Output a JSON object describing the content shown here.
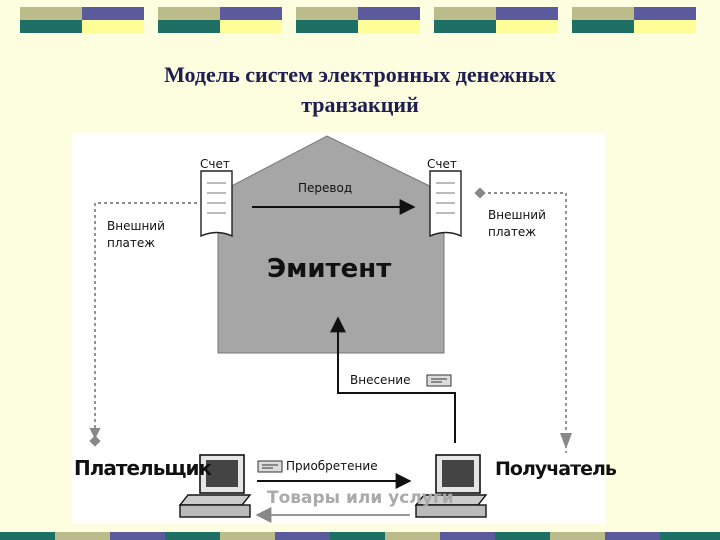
{
  "slide": {
    "title_line1": "Модель систем электронных денежных",
    "title_line2": "транзакций"
  },
  "diagram": {
    "issuer": "Эмитент",
    "account_left": "Счет",
    "account_right": "Счет",
    "transfer": "Перевод",
    "external_payment_left_line1": "Внешний",
    "external_payment_left_line2": "платеж",
    "external_payment_right_line1": "Внешний",
    "external_payment_right_line2": "платеж",
    "deposit": "Внесение",
    "purchase": "Приобретение",
    "goods_services": "Товары или услуги",
    "payer": "Плательщик",
    "recipient": "Получатель"
  },
  "colors": {
    "background": "#fdfde0",
    "title": "#1e1e50",
    "issuer_fill": "#a6a6a6",
    "accent_olive": "#bcbc8a",
    "accent_purple": "#5a5a9c",
    "accent_teal": "#1e7064",
    "accent_yellow": "#ffff99"
  }
}
